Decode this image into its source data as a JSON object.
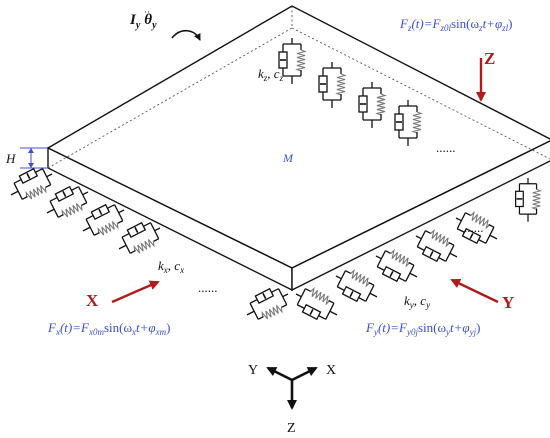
{
  "moment": {
    "symbol": "I",
    "sub": "y",
    "ddot": "θ",
    "sub2": "y"
  },
  "labels": {
    "mass": "M",
    "height": "H",
    "kz": "k",
    "kz_sub": "z",
    "cz": "c",
    "cz_sub": "z",
    "kx": "k",
    "kx_sub": "x",
    "cx": "c",
    "cx_sub": "x",
    "ky": "k",
    "ky_sub": "y",
    "cy": "c",
    "cy_sub": "y",
    "dots": "......"
  },
  "forces": {
    "z": {
      "arrow_label": "Z",
      "lhs": "F",
      "lhs_sub": "z",
      "arg": "(t)=",
      "amp": "F",
      "amp_sub": "z0l",
      "fn": "sin(ω",
      "w_sub": "z",
      "mid": "t+φ",
      "ph_sub": "zl",
      "end": ")"
    },
    "x": {
      "arrow_label": "X",
      "lhs": "F",
      "lhs_sub": "x",
      "arg": "(t)=",
      "amp": "F",
      "amp_sub": "x0m",
      "fn": "sin(ω",
      "w_sub": "x",
      "mid": "t+φ",
      "ph_sub": "xm",
      "end": ")"
    },
    "y": {
      "arrow_label": "Y",
      "lhs": "F",
      "lhs_sub": "y",
      "arg": "(t)=",
      "amp": "F",
      "amp_sub": "y0j",
      "fn": "sin(ω",
      "w_sub": "y",
      "mid": "t+φ",
      "ph_sub": "yj",
      "end": ")"
    }
  },
  "axes": {
    "y": "Y",
    "x": "X",
    "z": "Z"
  },
  "colors": {
    "blue": "#3b4fd8",
    "red": "#b01c1c",
    "black": "#111111"
  }
}
